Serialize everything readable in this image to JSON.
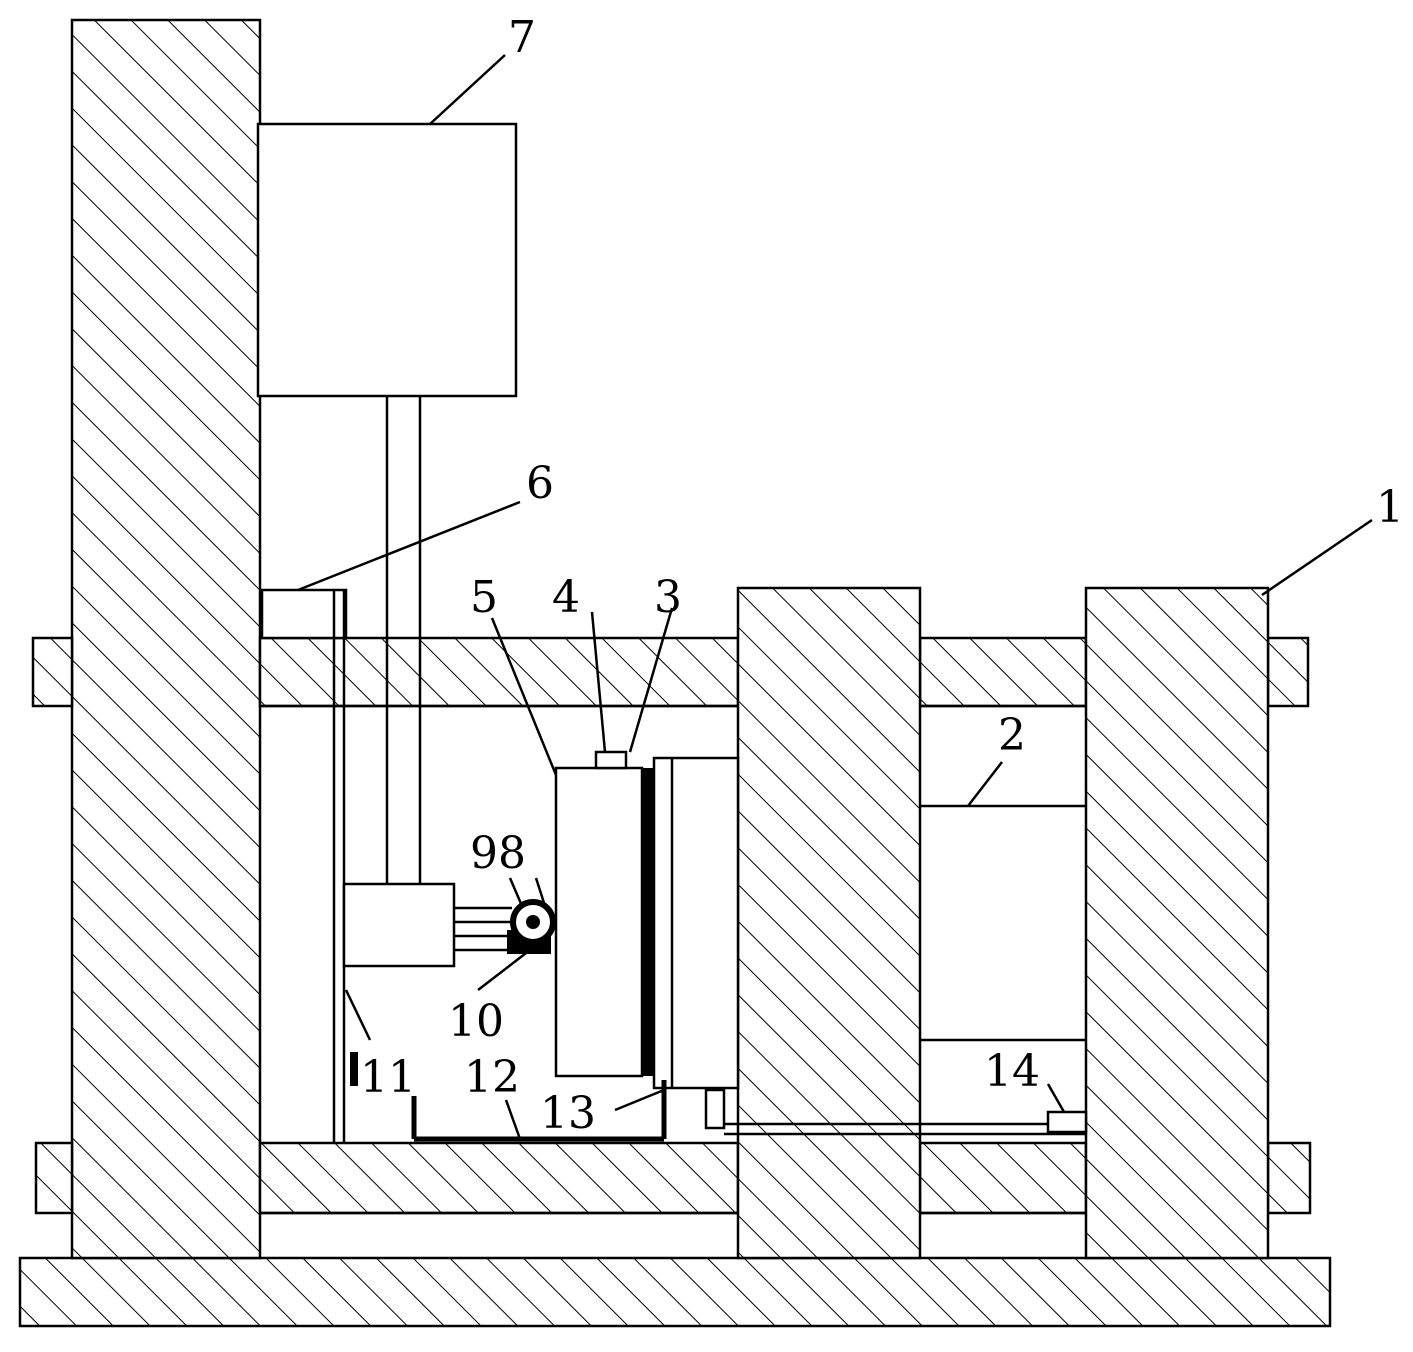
{
  "labels": {
    "l1": "1",
    "l2": "2",
    "l3": "3",
    "l4": "4",
    "l5": "5",
    "l6": "6",
    "l7": "7",
    "l98": "98",
    "l10": "10",
    "l11": "11",
    "l12": "12",
    "l13": "13",
    "l14": "14"
  },
  "colors": {
    "ink": "#000000",
    "paper": "#ffffff"
  }
}
